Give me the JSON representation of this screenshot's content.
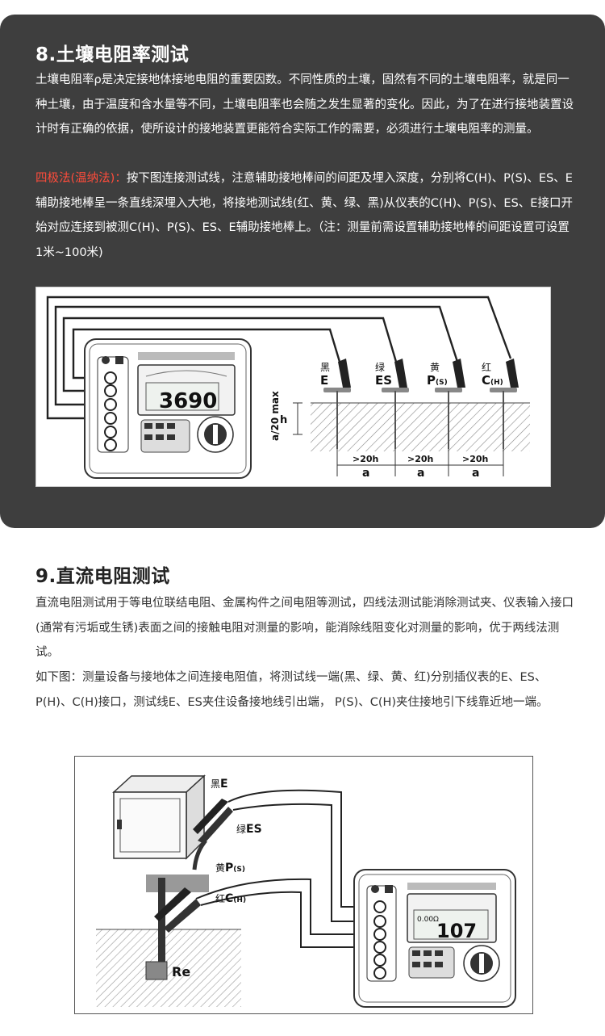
{
  "section8": {
    "title": "8.土壤电阻率测试",
    "intro": "土壤电阻率ρ是决定接地体接地电阻的重要因数。不同性质的土壤，固然有不同的土壤电阻率，就是同一种土壤，由于温度和含水量等不同，土壤电阻率也会随之发生显著的变化。因此，为了在进行接地装置设计时有正确的依据，使所设计的接地装置更能符合实际工作的需要，必须进行土壤电阻率的测量。",
    "method_label": "四极法(温纳法)：",
    "method_text": "按下图连接测试线，注意辅助接地棒间的间距及埋入深度，分别将C(H)、P(S)、ES、E辅助接地棒呈一条直线深埋入大地，将接地测试线(红、黄、绿、黑)从仪表的C(H)、P(S)、ES、E接口开始对应连接到被测C(H)、P(S)、ES、E辅助接地棒上。（注：测量前需设置辅助接地棒的间距设置可设置1米~100米)",
    "figure": {
      "display_value": "3690",
      "depth_label": "h",
      "max_label": "a/20 max",
      "probes": [
        {
          "color_name": "黑",
          "terminal": "E",
          "sub": ""
        },
        {
          "color_name": "绿",
          "terminal": "ES",
          "sub": ""
        },
        {
          "color_name": "黄",
          "terminal": "P",
          "sub": "(S)"
        },
        {
          "color_name": "红",
          "terminal": "C",
          "sub": "(H)"
        }
      ],
      "spacing_top": ">20h",
      "spacing_bottom": "a"
    }
  },
  "section9": {
    "title": "9.直流电阻测试",
    "intro": "直流电阻测试用于等电位联结电阻、金属构件之间电阻等测试，四线法测试能消除测试夹、仪表输入接口(通常有污垢或生锈)表面之间的接触电阻对测量的影响，能消除线阻变化对测量的影响，优于两线法测试。",
    "detail": "如下图：测量设备与接地体之间连接电阻值，将测试线一端(黑、绿、黄、红)分别插仪表的E、ES、P(H)、C(H)接口，测试线E、ES夹住设备接地线引出端， P(S)、C(H)夹住接地引下线靠近地一端。",
    "figure": {
      "labels": [
        {
          "color_name": "黑",
          "terminal": "E",
          "sub": ""
        },
        {
          "color_name": "绿",
          "terminal": "ES",
          "sub": ""
        },
        {
          "color_name": "黄",
          "terminal": "P",
          "sub": "(S)"
        },
        {
          "color_name": "红",
          "terminal": "C",
          "sub": "(H)"
        }
      ],
      "display_value": "107",
      "display_small": "0.00Ω",
      "ground_label": "Re"
    }
  },
  "colors": {
    "panel_bg": "#3e3e3e",
    "highlight": "#ff4c3b",
    "text_dark": "#333333"
  }
}
